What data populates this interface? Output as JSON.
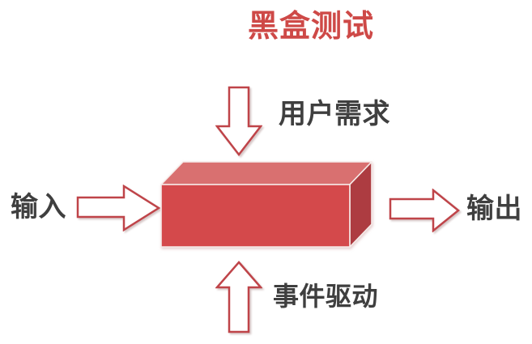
{
  "title": "黑盒测试",
  "diagram": {
    "top_label": "用户需求",
    "left_label": "输入",
    "right_label": "输出",
    "bottom_label": "事件驱动"
  },
  "colors": {
    "background": "#ffffff",
    "title_text": "#ce4947",
    "label_text": "#3f3f3f",
    "arrow_stroke": "#bf4449",
    "arrow_fill": "#ffffff",
    "box_front": "#d4494b",
    "box_top": "#d97070",
    "box_side": "#ad3c41",
    "box_edge": "#f6ecea"
  }
}
